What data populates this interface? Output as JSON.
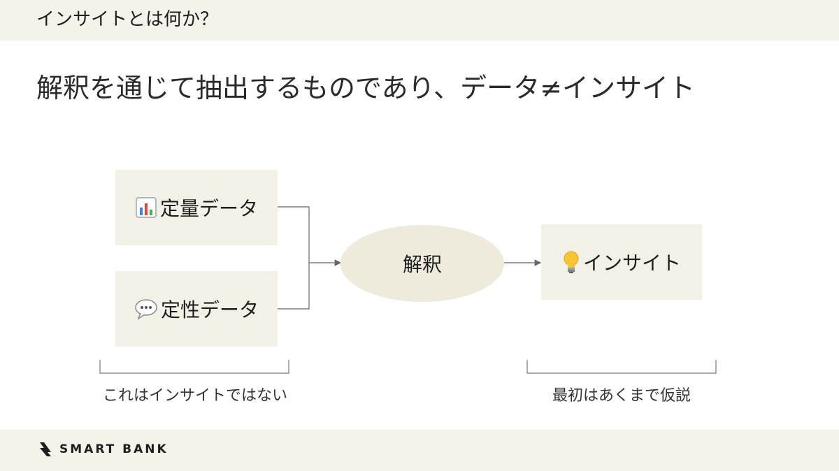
{
  "header": {
    "title": "インサイトとは何か？"
  },
  "headline": "解釈を通じて抽出するものであり、データ≠インサイト",
  "diagram": {
    "inputs": [
      {
        "label": "定量データ",
        "icon": "bar-chart-icon"
      },
      {
        "label": "定性データ",
        "icon": "speech-balloon-icon"
      }
    ],
    "process": {
      "label": "解釈"
    },
    "output": {
      "label": "インサイト",
      "icon": "light-bulb-icon"
    }
  },
  "captions": {
    "left": "これはインサイトではない",
    "right": "最初はあくまで仮説"
  },
  "footer": {
    "logo_text": "SMART BANK"
  },
  "colors": {
    "header_bg": "#f5f2ea",
    "box_bg": "#f3f0e6",
    "ellipse_bg": "#eeebdd",
    "line": "#666666"
  }
}
